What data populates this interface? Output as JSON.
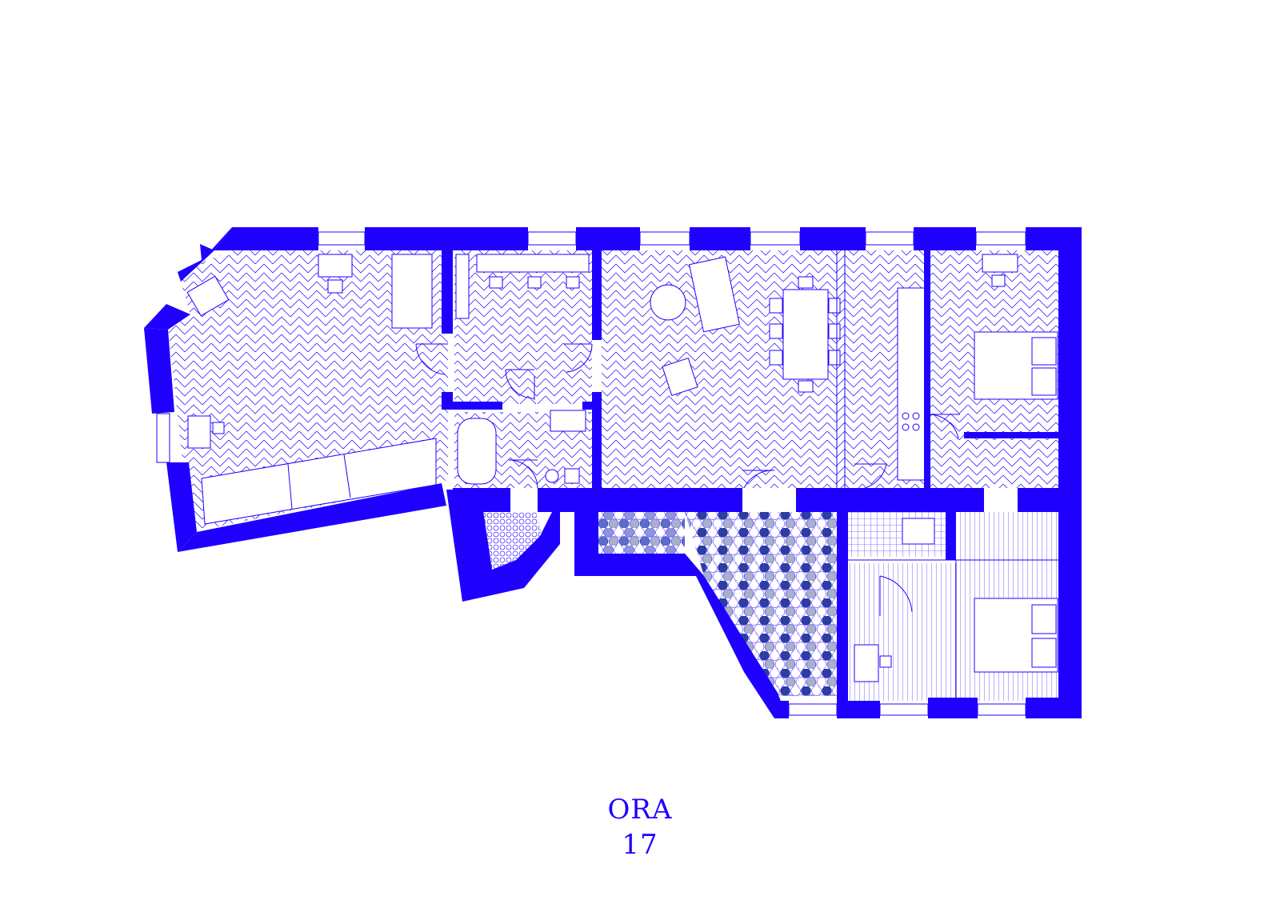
{
  "plan": {
    "accent_color": "#1f00ff",
    "wall_color": "#1f00ff",
    "line_color": "#1f00ff",
    "tile_fill_colors": [
      "#ffffff",
      "#8f95d6",
      "#5b6fc4",
      "#2c3f9c",
      "#a9b0c9"
    ],
    "floor_patterns": [
      "herringbone",
      "penny-tile",
      "hex-tile",
      "square-tile",
      "plank"
    ]
  },
  "caption": {
    "name": "ORA",
    "number": "17"
  }
}
